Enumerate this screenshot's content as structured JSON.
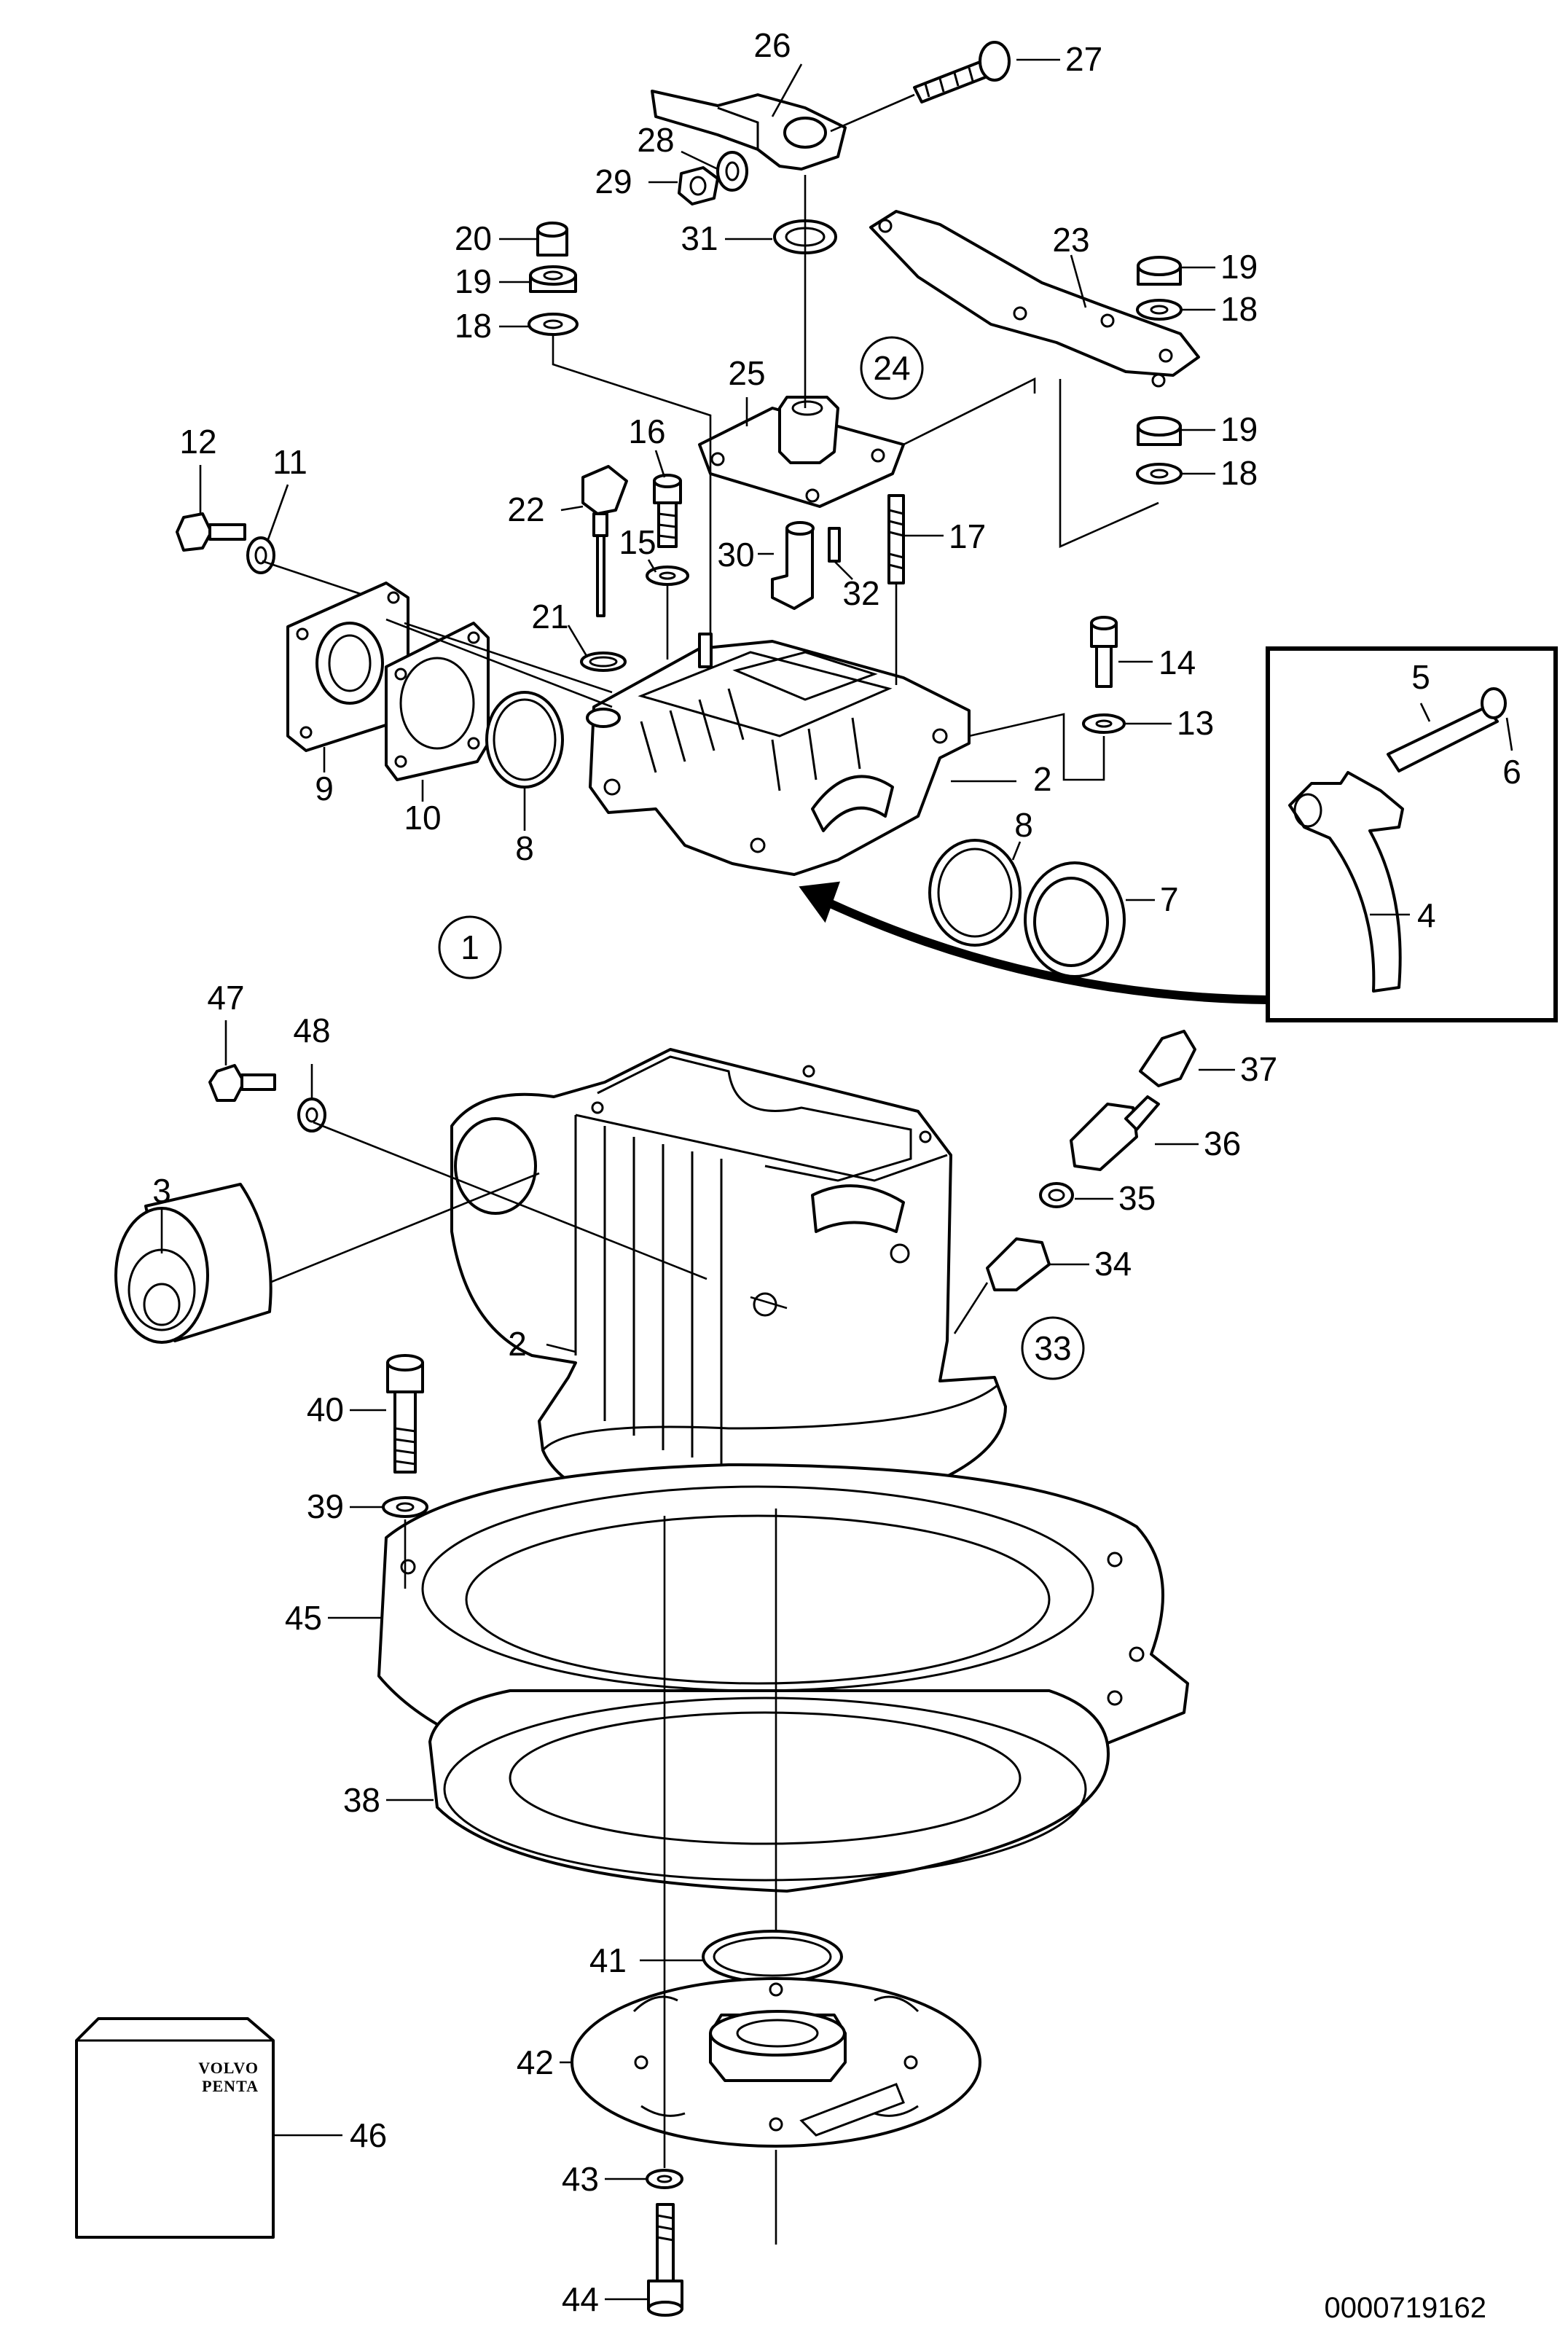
{
  "diagram": {
    "drawing_number": "0000719162",
    "logo_lines": [
      "VOLVO",
      "PENTA"
    ],
    "labels": [
      {
        "id": "l1",
        "text": "1",
        "circled": true
      },
      {
        "id": "l2a",
        "text": "2"
      },
      {
        "id": "l2b",
        "text": "2"
      },
      {
        "id": "l3",
        "text": "3"
      },
      {
        "id": "l4",
        "text": "4"
      },
      {
        "id": "l5",
        "text": "5"
      },
      {
        "id": "l6",
        "text": "6"
      },
      {
        "id": "l7",
        "text": "7"
      },
      {
        "id": "l8a",
        "text": "8"
      },
      {
        "id": "l8b",
        "text": "8"
      },
      {
        "id": "l9",
        "text": "9"
      },
      {
        "id": "l10",
        "text": "10"
      },
      {
        "id": "l11",
        "text": "11"
      },
      {
        "id": "l12",
        "text": "12"
      },
      {
        "id": "l13",
        "text": "13"
      },
      {
        "id": "l14",
        "text": "14"
      },
      {
        "id": "l15",
        "text": "15"
      },
      {
        "id": "l16",
        "text": "16"
      },
      {
        "id": "l17",
        "text": "17"
      },
      {
        "id": "l18a",
        "text": "18"
      },
      {
        "id": "l18b",
        "text": "18"
      },
      {
        "id": "l18c",
        "text": "18"
      },
      {
        "id": "l19a",
        "text": "19"
      },
      {
        "id": "l19b",
        "text": "19"
      },
      {
        "id": "l19c",
        "text": "19"
      },
      {
        "id": "l20",
        "text": "20"
      },
      {
        "id": "l21",
        "text": "21"
      },
      {
        "id": "l22",
        "text": "22"
      },
      {
        "id": "l23",
        "text": "23"
      },
      {
        "id": "l24",
        "text": "24",
        "circled": true
      },
      {
        "id": "l25",
        "text": "25"
      },
      {
        "id": "l26",
        "text": "26"
      },
      {
        "id": "l27",
        "text": "27"
      },
      {
        "id": "l28",
        "text": "28"
      },
      {
        "id": "l29",
        "text": "29"
      },
      {
        "id": "l30",
        "text": "30"
      },
      {
        "id": "l31",
        "text": "31"
      },
      {
        "id": "l32",
        "text": "32"
      },
      {
        "id": "l33",
        "text": "33",
        "circled": true
      },
      {
        "id": "l34",
        "text": "34"
      },
      {
        "id": "l35",
        "text": "35"
      },
      {
        "id": "l36",
        "text": "36"
      },
      {
        "id": "l37",
        "text": "37"
      },
      {
        "id": "l38",
        "text": "38"
      },
      {
        "id": "l39",
        "text": "39"
      },
      {
        "id": "l40",
        "text": "40"
      },
      {
        "id": "l41",
        "text": "41"
      },
      {
        "id": "l42",
        "text": "42"
      },
      {
        "id": "l43",
        "text": "43"
      },
      {
        "id": "l44",
        "text": "44"
      },
      {
        "id": "l45",
        "text": "45"
      },
      {
        "id": "l46",
        "text": "46"
      },
      {
        "id": "l47",
        "text": "47"
      },
      {
        "id": "l48",
        "text": "48"
      }
    ]
  }
}
